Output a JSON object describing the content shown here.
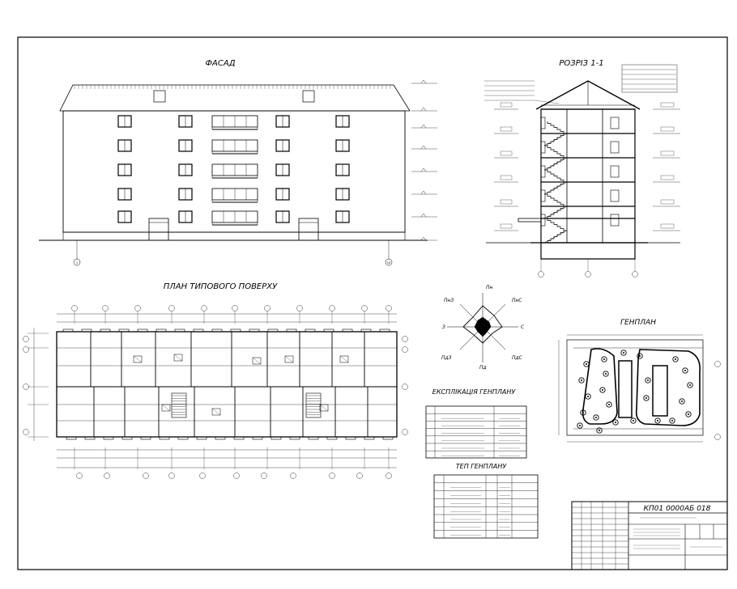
{
  "titles": {
    "facade": "ФАСАД",
    "section": "РОЗРІЗ 1-1",
    "plan": "ПЛАН ТИПОВОГО ПОВЕРХУ",
    "siteplan": "ГЕНПЛАН",
    "explication": "ЕКСПЛІКАЦІЯ ГЕНПЛАНУ",
    "tep": "ТЕП ГЕНПЛАНУ"
  },
  "compass": {
    "n": "Пн",
    "nw": "ПнЗ",
    "ne": "ПнС",
    "w": "З",
    "e": "С",
    "sw": "ПдЗ",
    "s": "Пд",
    "se": "ПдС"
  },
  "stamp": {
    "code": "КП01 0000АБ 018"
  },
  "axes": {
    "facade_left": "1",
    "facade_right": "10"
  }
}
